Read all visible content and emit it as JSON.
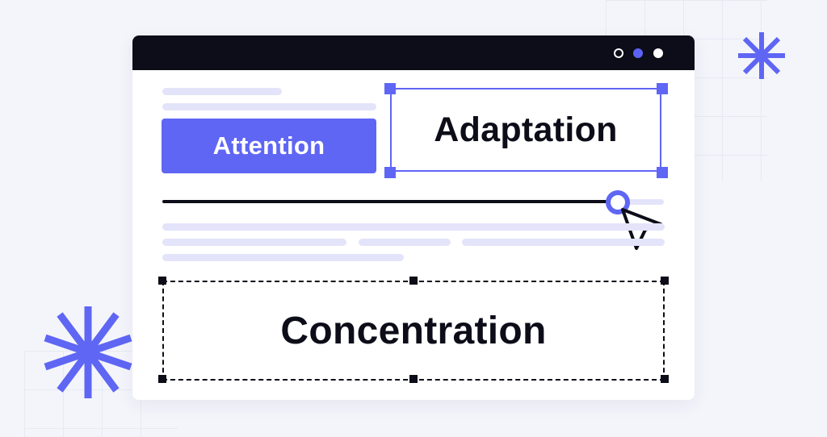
{
  "labels": {
    "attention": "Attention",
    "adaptation": "Adaptation",
    "concentration": "Concentration"
  },
  "slider": {
    "value_fraction": 0.92
  },
  "window_controls": [
    "outline-circle",
    "filled-circle-accent",
    "filled-circle-white"
  ],
  "icons": [
    "asterisk-icon",
    "cursor-arrow-icon"
  ],
  "colors": {
    "background": "#f4f5fb",
    "accent": "#5f66f4",
    "dark": "#0c0d18",
    "placeholder_line": "#e3e4fa",
    "window": "#ffffff"
  }
}
